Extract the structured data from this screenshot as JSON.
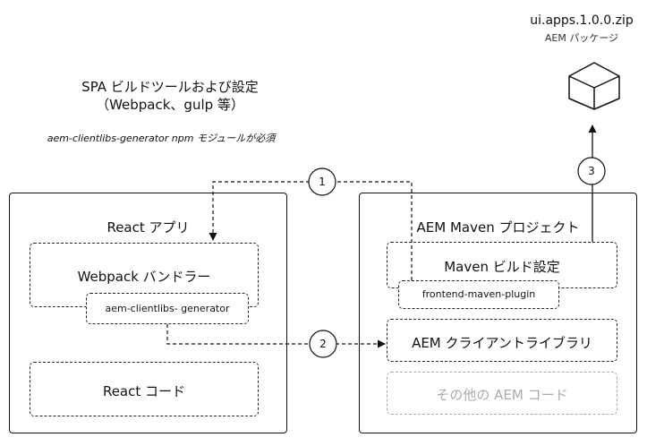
{
  "header": {
    "title_line1": "SPA ビルドツールおよび設定",
    "title_line2": "（Webpack、gulp 等）",
    "note": "aem-clientlibs-generator npm モジュールが必須"
  },
  "package": {
    "title": "ui.apps.1.0.0.zip",
    "subtitle": "AEM パッケージ",
    "icon": "cube-icon"
  },
  "react_app": {
    "title": "React アプリ",
    "bundler": "Webpack バンドラー",
    "generator": "aem-clientlibs- generator",
    "code": "React コード"
  },
  "aem_project": {
    "title": "AEM Maven プロジェクト",
    "build_config": "Maven ビルド設定",
    "plugin": "frontend-maven-plugin",
    "client_library": "AEM クライアントライブラリ",
    "other_code": "その他の AEM コード"
  },
  "steps": [
    "1",
    "2",
    "3"
  ],
  "colors": {
    "line": "#111111",
    "muted": "#aaaaaa"
  }
}
